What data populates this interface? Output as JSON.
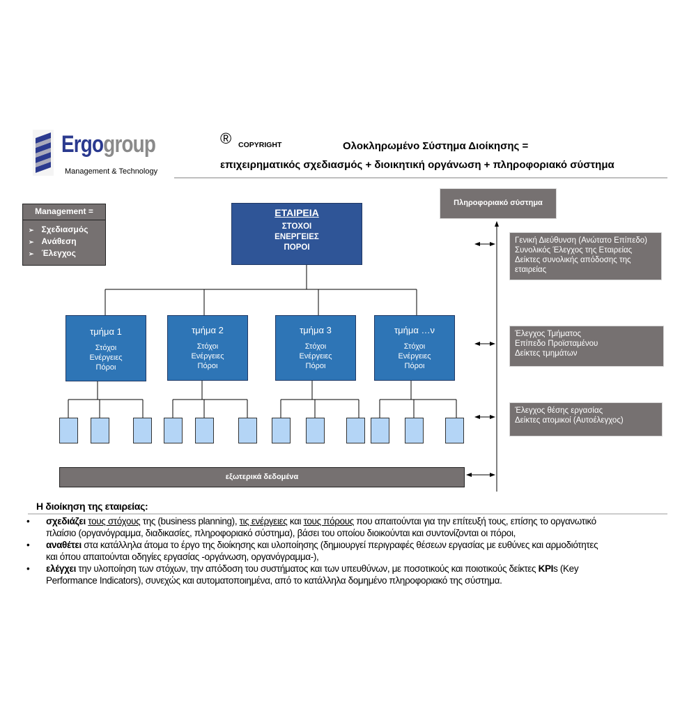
{
  "logo": {
    "brand_part1": "Ergo",
    "brand_part2": "group",
    "tagline": "Management & Technology"
  },
  "header": {
    "registered_symbol": "®",
    "copyright": "COPYRIGHT",
    "title": "Ολοκληρωμένο  Σύστημα Διοίκησης =",
    "subtitle": "επιχειρηματικός σχεδιασμός + διοικητική οργάνωση + πληροφοριακό σύστημα"
  },
  "management": {
    "title": "Management =",
    "items": [
      "Σχεδιασμός",
      "Ανάθεση",
      "Έλεγχος"
    ]
  },
  "company": {
    "title": "ΕΤΑΙΡΕΙΑ",
    "lines": [
      "ΣΤΟΧΟΙ",
      "ΕΝΕΡΓΕΙΕΣ",
      "ΠΟΡΟΙ"
    ]
  },
  "departments": [
    {
      "title": "τμήμα  1",
      "lines": [
        "Στόχοι",
        "Ενέργειες",
        "Πόροι"
      ]
    },
    {
      "title": "τμήμα 2",
      "lines": [
        "Στόχοι",
        "Ενέργειες",
        "Πόροι"
      ]
    },
    {
      "title": "τμήμα 3",
      "lines": [
        "Στόχοι",
        "Ενέργειες",
        "Πόροι"
      ]
    },
    {
      "title": "τμήμα …ν",
      "lines": [
        "Στόχοι",
        "Ενέργειες",
        "Πόροι"
      ]
    }
  ],
  "info_system": {
    "title": "Πληροφοριακό  σύστημα"
  },
  "levels": [
    {
      "lines": [
        "Γενική Διεύθυνση (Ανώτατο Επίπεδο)",
        "Συνολικός Έλεγχος της  Εταιρείας",
        "Δείκτες συνολικής απόδοσης της",
        "εταιρείας"
      ]
    },
    {
      "lines": [
        "Έλεγχος Τμήματος",
        "Επίπεδο Προϊσταμένου",
        "Δείκτες τμημάτων"
      ]
    },
    {
      "lines": [
        "Έλεγχος θέσης εργασίας",
        "Δείκτες ατομικοί (Αυτοέλεγχος)"
      ]
    }
  ],
  "external": {
    "label": "εξωτερικά δεδομένα"
  },
  "text": {
    "heading": "Η διοίκηση της εταιρείας:",
    "b1": {
      "bold": "σχεδιάζει",
      "u1": "τους στόχους",
      "t1": " της (business planning), ",
      "u2": "τις ενέργειες",
      "t2": " και ",
      "u3": "τους πόρους",
      "t3": " που απαιτούνται για την επίτευξή τους, επίσης το οργανωτικό",
      "line2": "πλαίσιο (οργανόγραμμα, διαδικασίες, πληροφοριακό σύστημα), βάσει του οποίου διοικούνται  και συντονίζονται οι πόροι,"
    },
    "b2": {
      "bold": "αναθέτει",
      "t1": " στα κατάλληλα άτομα το έργο της διοίκησης και υλοποίησης (δημιουργεί περιγραφές θέσεων εργασίας με ευθύνες και αρμοδιότητες",
      "line2": "και όπου απαιτούνται οδηγίες εργασίας -οργάνωση, οργανόγραμμα-),"
    },
    "b3": {
      "bold": "ελέγχει",
      "t1": " την υλοποίηση των στόχων, την απόδοση του συστήματος και των υπευθύνων, με ποσοτικούς και ποιοτικούς δείκτες ",
      "kpi": "KPI",
      "t2": "s (Key",
      "line2": "Performance Indicators), συνεχώς και αυτοματοποιημένα, από το κατάλληλα δομημένο πληροφοριακό της σύστημα."
    }
  }
}
